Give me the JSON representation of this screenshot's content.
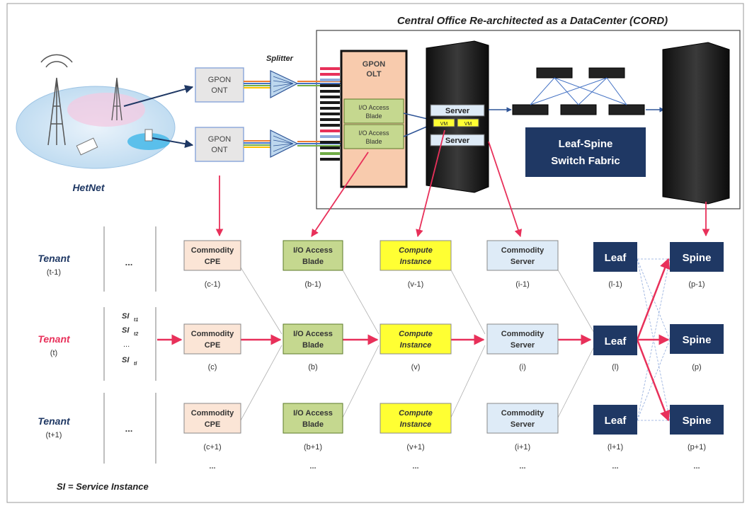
{
  "title": "Central Office Re-architected as a DataCenter (CORD)",
  "hetnet": "HetNet",
  "splitter": "Splitter",
  "onts": [
    {
      "line1": "GPON",
      "line2": "ONT"
    },
    {
      "line1": "GPON",
      "line2": "ONT"
    }
  ],
  "olt": {
    "line1": "GPON",
    "line2": "OLT",
    "blades": [
      {
        "line1": "I/O Access",
        "line2": "Blade"
      },
      {
        "line1": "I/O Access",
        "line2": "Blade"
      }
    ]
  },
  "server_top": "Server",
  "server_bottom": "Server",
  "vm_labels": [
    "VM",
    "VM"
  ],
  "fabric": {
    "line1": "Leaf-Spine",
    "line2": "Switch Fabric"
  },
  "tenants": [
    {
      "label": "Tenant",
      "sub": "(t-1)",
      "color": "#1f3864"
    },
    {
      "label": "Tenant",
      "sub": "(t)",
      "color": "#e8305a"
    },
    {
      "label": "Tenant",
      "sub": "(t+1)",
      "color": "#1f3864"
    }
  ],
  "ellipsis": "...",
  "si_items": [
    {
      "base": "SI",
      "sub": "t1"
    },
    {
      "base": "SI",
      "sub": "t2"
    },
    {
      "base": "...",
      "sub": ""
    },
    {
      "base": "SI",
      "sub": "tl"
    }
  ],
  "columns": [
    {
      "key": "cpe",
      "line1": "Commodity",
      "line2": "CPE",
      "subs": [
        "(c-1)",
        "(c)",
        "(c+1)"
      ]
    },
    {
      "key": "blade",
      "line1": "I/O Access",
      "line2": "Blade",
      "subs": [
        "(b-1)",
        "(b)",
        "(b+1)"
      ]
    },
    {
      "key": "compute",
      "line1": "Compute",
      "line2": "Instance",
      "subs": [
        "(v-1)",
        "(v)",
        "(v+1)"
      ]
    },
    {
      "key": "server",
      "line1": "Commodity",
      "line2": "Server",
      "subs": [
        "(i-1)",
        "(i)",
        "(i+1)"
      ]
    },
    {
      "key": "leaf",
      "line1": "Leaf",
      "line2": "",
      "subs": [
        "(l-1)",
        "(l)",
        "(l+1)"
      ]
    },
    {
      "key": "spine",
      "line1": "Spine",
      "line2": "",
      "subs": [
        "(p-1)",
        "(p)",
        "(p+1)"
      ]
    }
  ],
  "column_ellipsis": "...",
  "legend": "SI = Service Instance",
  "colors": {
    "cpe_fill": "#fbe5d6",
    "blade_fill": "#c5d88f",
    "compute_fill": "#ffff33",
    "server_fill": "#deebf7",
    "navy": "#1f3864",
    "red": "#e8305a",
    "olt_fill": "#f8cbad"
  }
}
